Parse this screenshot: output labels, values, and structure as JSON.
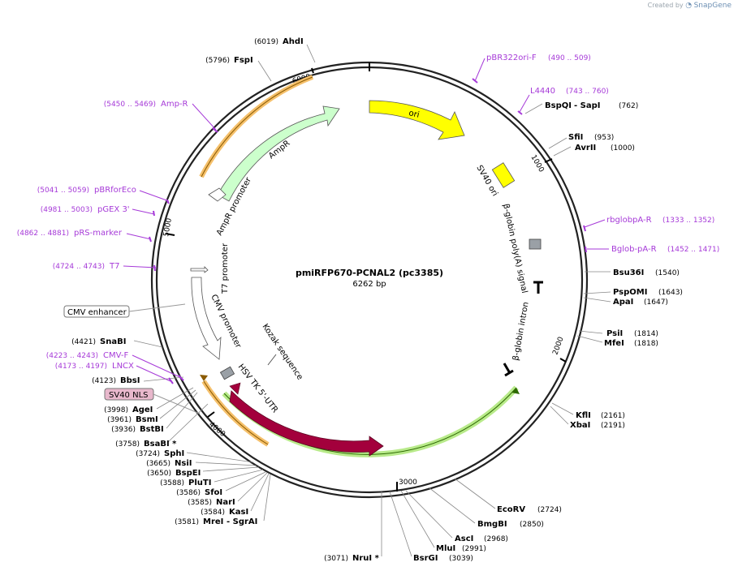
{
  "app": {
    "credit_prefix": "Created by",
    "credit_brand": "SnapGene"
  },
  "plasmid": {
    "name": "pmiRFP670-PCNAL2 (pc3385)",
    "length_label": "6262 bp"
  },
  "ticks": {
    "t1000": "1000",
    "t2000": "2000",
    "t3000": "3000",
    "t4000": "4000",
    "t5000": "5000",
    "t6000": "6000"
  },
  "features": {
    "ori": "ori",
    "ampr": "AmpR",
    "ampr_promoter": "AmpR promoter",
    "t7_promoter": "T7 promoter",
    "cmv_promoter": "CMV promoter",
    "kozak": "Kozak sequence",
    "hsv_tk": "HSV TK 5'-UTR",
    "mirfp": "miRFP670",
    "sv40_ori": "SV40 ori",
    "bglobin_polya": "β-globin poly(A) signal",
    "bglobin_intron": "β-globin intron",
    "cmv_enhancer": "CMV enhancer",
    "sv40_nls": "SV40 NLS"
  },
  "colors": {
    "ori": "#ffff00",
    "ampr": "#ccffcc",
    "mirfp": "#a3003c",
    "primer": "#a63ad8",
    "orange_band": "#f5c06b",
    "green_band": "#9fdc6a"
  },
  "sites": [
    {
      "pos": "(6019)",
      "name": "AhdI"
    },
    {
      "pos": "(5796)",
      "name": "FspI"
    },
    {
      "name": "BspQI",
      "suffix": " - SapI",
      "pos": "(762)"
    },
    {
      "name": "SfiI",
      "pos": "(953)"
    },
    {
      "name": "AvrII",
      "pos": "(1000)"
    },
    {
      "name": "Bsu36I",
      "pos": "(1540)"
    },
    {
      "name": "PspOMI",
      "pos": "(1643)"
    },
    {
      "name": "ApaI",
      "pos": "(1647)"
    },
    {
      "name": "PsiI",
      "pos": "(1814)"
    },
    {
      "name": "MfeI",
      "pos": "(1818)"
    },
    {
      "name": "KflI",
      "pos": "(2161)"
    },
    {
      "name": "XbaI",
      "pos": "(2191)"
    },
    {
      "name": "EcoRV",
      "pos": "(2724)"
    },
    {
      "name": "BmgBI",
      "pos": "(2850)"
    },
    {
      "name": "AscI",
      "pos": "(2968)"
    },
    {
      "name": "MluI",
      "pos": "(2991)"
    },
    {
      "name": "BsrGI",
      "pos": "(3039)"
    },
    {
      "pos": "(3071)",
      "name": "NruI *"
    },
    {
      "pos": "(4421)",
      "name": "SnaBI"
    },
    {
      "pos": "(4123)",
      "name": "BbsI"
    },
    {
      "pos": "(3998)",
      "name": "AgeI"
    },
    {
      "pos": "(3961)",
      "name": "BsmI"
    },
    {
      "pos": "(3936)",
      "name": "BstBI"
    },
    {
      "pos": "(3758)",
      "name": "BsaBI *"
    },
    {
      "pos": "(3724)",
      "name": "SphI"
    },
    {
      "pos": "(3665)",
      "name": "NsiI"
    },
    {
      "pos": "(3650)",
      "name": "BspEI"
    },
    {
      "pos": "(3588)",
      "name": "PluTI"
    },
    {
      "pos": "(3586)",
      "name": "SfoI"
    },
    {
      "pos": "(3585)",
      "name": "NarI"
    },
    {
      "pos": "(3584)",
      "name": "KasI"
    },
    {
      "pos": "(3581)",
      "name": "MreI",
      "suffix": " - SgrAI"
    }
  ],
  "primers": [
    {
      "name": "pBR322ori-F",
      "pos": "(490 .. 509)"
    },
    {
      "name": "L4440",
      "pos": "(743 .. 760)"
    },
    {
      "name": "rbglobpA-R",
      "pos": "(1333 .. 1352)"
    },
    {
      "name": "Bglob-pA-R",
      "pos": "(1452 .. 1471)"
    },
    {
      "pos": "(5450 .. 5469)",
      "name": "Amp-R"
    },
    {
      "pos": "(5041 .. 5059)",
      "name": "pBRforEco"
    },
    {
      "pos": "(4981 .. 5003)",
      "name": "pGEX 3'"
    },
    {
      "pos": "(4862 .. 4881)",
      "name": "pRS-marker"
    },
    {
      "pos": "(4724 .. 4743)",
      "name": "T7"
    },
    {
      "pos": "(4223 .. 4243)",
      "name": "CMV-F"
    },
    {
      "pos": "(4173 .. 4197)",
      "name": "LNCX"
    }
  ]
}
